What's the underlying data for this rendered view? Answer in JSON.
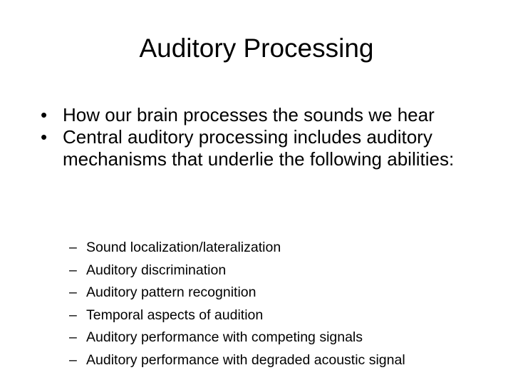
{
  "slide": {
    "title": "Auditory Processing",
    "bullets": [
      {
        "marker": "•",
        "text": "How our brain processes the sounds we hear"
      },
      {
        "marker": "•",
        "text": "Central auditory processing includes auditory mechanisms that underlie the following abilities:"
      }
    ],
    "subbullets": [
      {
        "marker": "–",
        "text": "Sound localization/lateralization"
      },
      {
        "marker": "–",
        "text": "Auditory discrimination"
      },
      {
        "marker": "–",
        "text": "Auditory pattern recognition"
      },
      {
        "marker": "–",
        "text": "Temporal aspects of audition"
      },
      {
        "marker": "–",
        "text": "Auditory performance with competing signals"
      },
      {
        "marker": "–",
        "text": "Auditory performance with degraded acoustic signal"
      }
    ]
  }
}
